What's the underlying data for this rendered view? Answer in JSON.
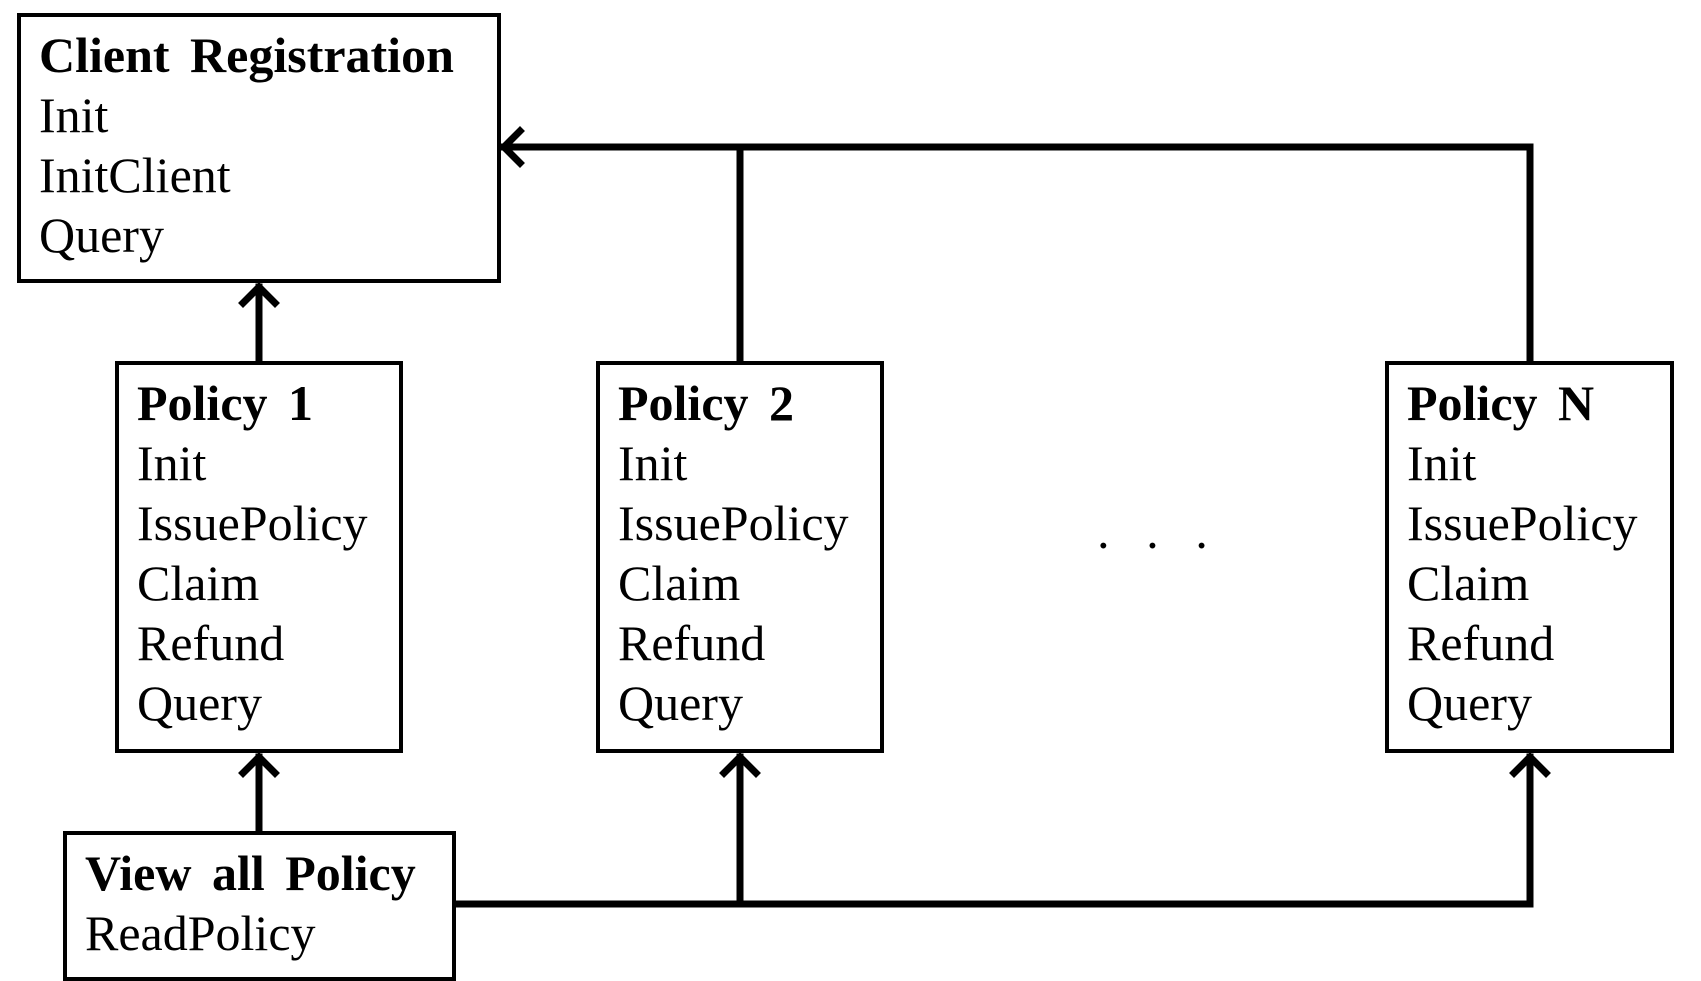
{
  "diagram": {
    "boxes": [
      {
        "id": "client",
        "title": "Client Registration",
        "items": [
          "Init",
          "InitClient",
          "Query"
        ]
      },
      {
        "id": "p1",
        "title": "Policy 1",
        "items": [
          "Init",
          "IssuePolicy",
          "Claim",
          "Refund",
          "Query"
        ]
      },
      {
        "id": "p2",
        "title": "Policy 2",
        "items": [
          "Init",
          "IssuePolicy",
          "Claim",
          "Refund",
          "Query"
        ]
      },
      {
        "id": "pn",
        "title": "Policy N",
        "items": [
          "Init",
          "IssuePolicy",
          "Claim",
          "Refund",
          "Query"
        ]
      },
      {
        "id": "view",
        "title": "View all Policy",
        "items": [
          "ReadPolicy"
        ]
      }
    ],
    "ellipsis": "· · ·",
    "connections": [
      {
        "from": "p1",
        "to": "client"
      },
      {
        "from": "p2",
        "to": "client"
      },
      {
        "from": "pn",
        "to": "client"
      },
      {
        "from": "view",
        "to": "p1"
      },
      {
        "from": "view",
        "to": "p2"
      },
      {
        "from": "view",
        "to": "pn"
      }
    ],
    "colors": {
      "stroke": "#000000",
      "background": "#ffffff"
    }
  }
}
